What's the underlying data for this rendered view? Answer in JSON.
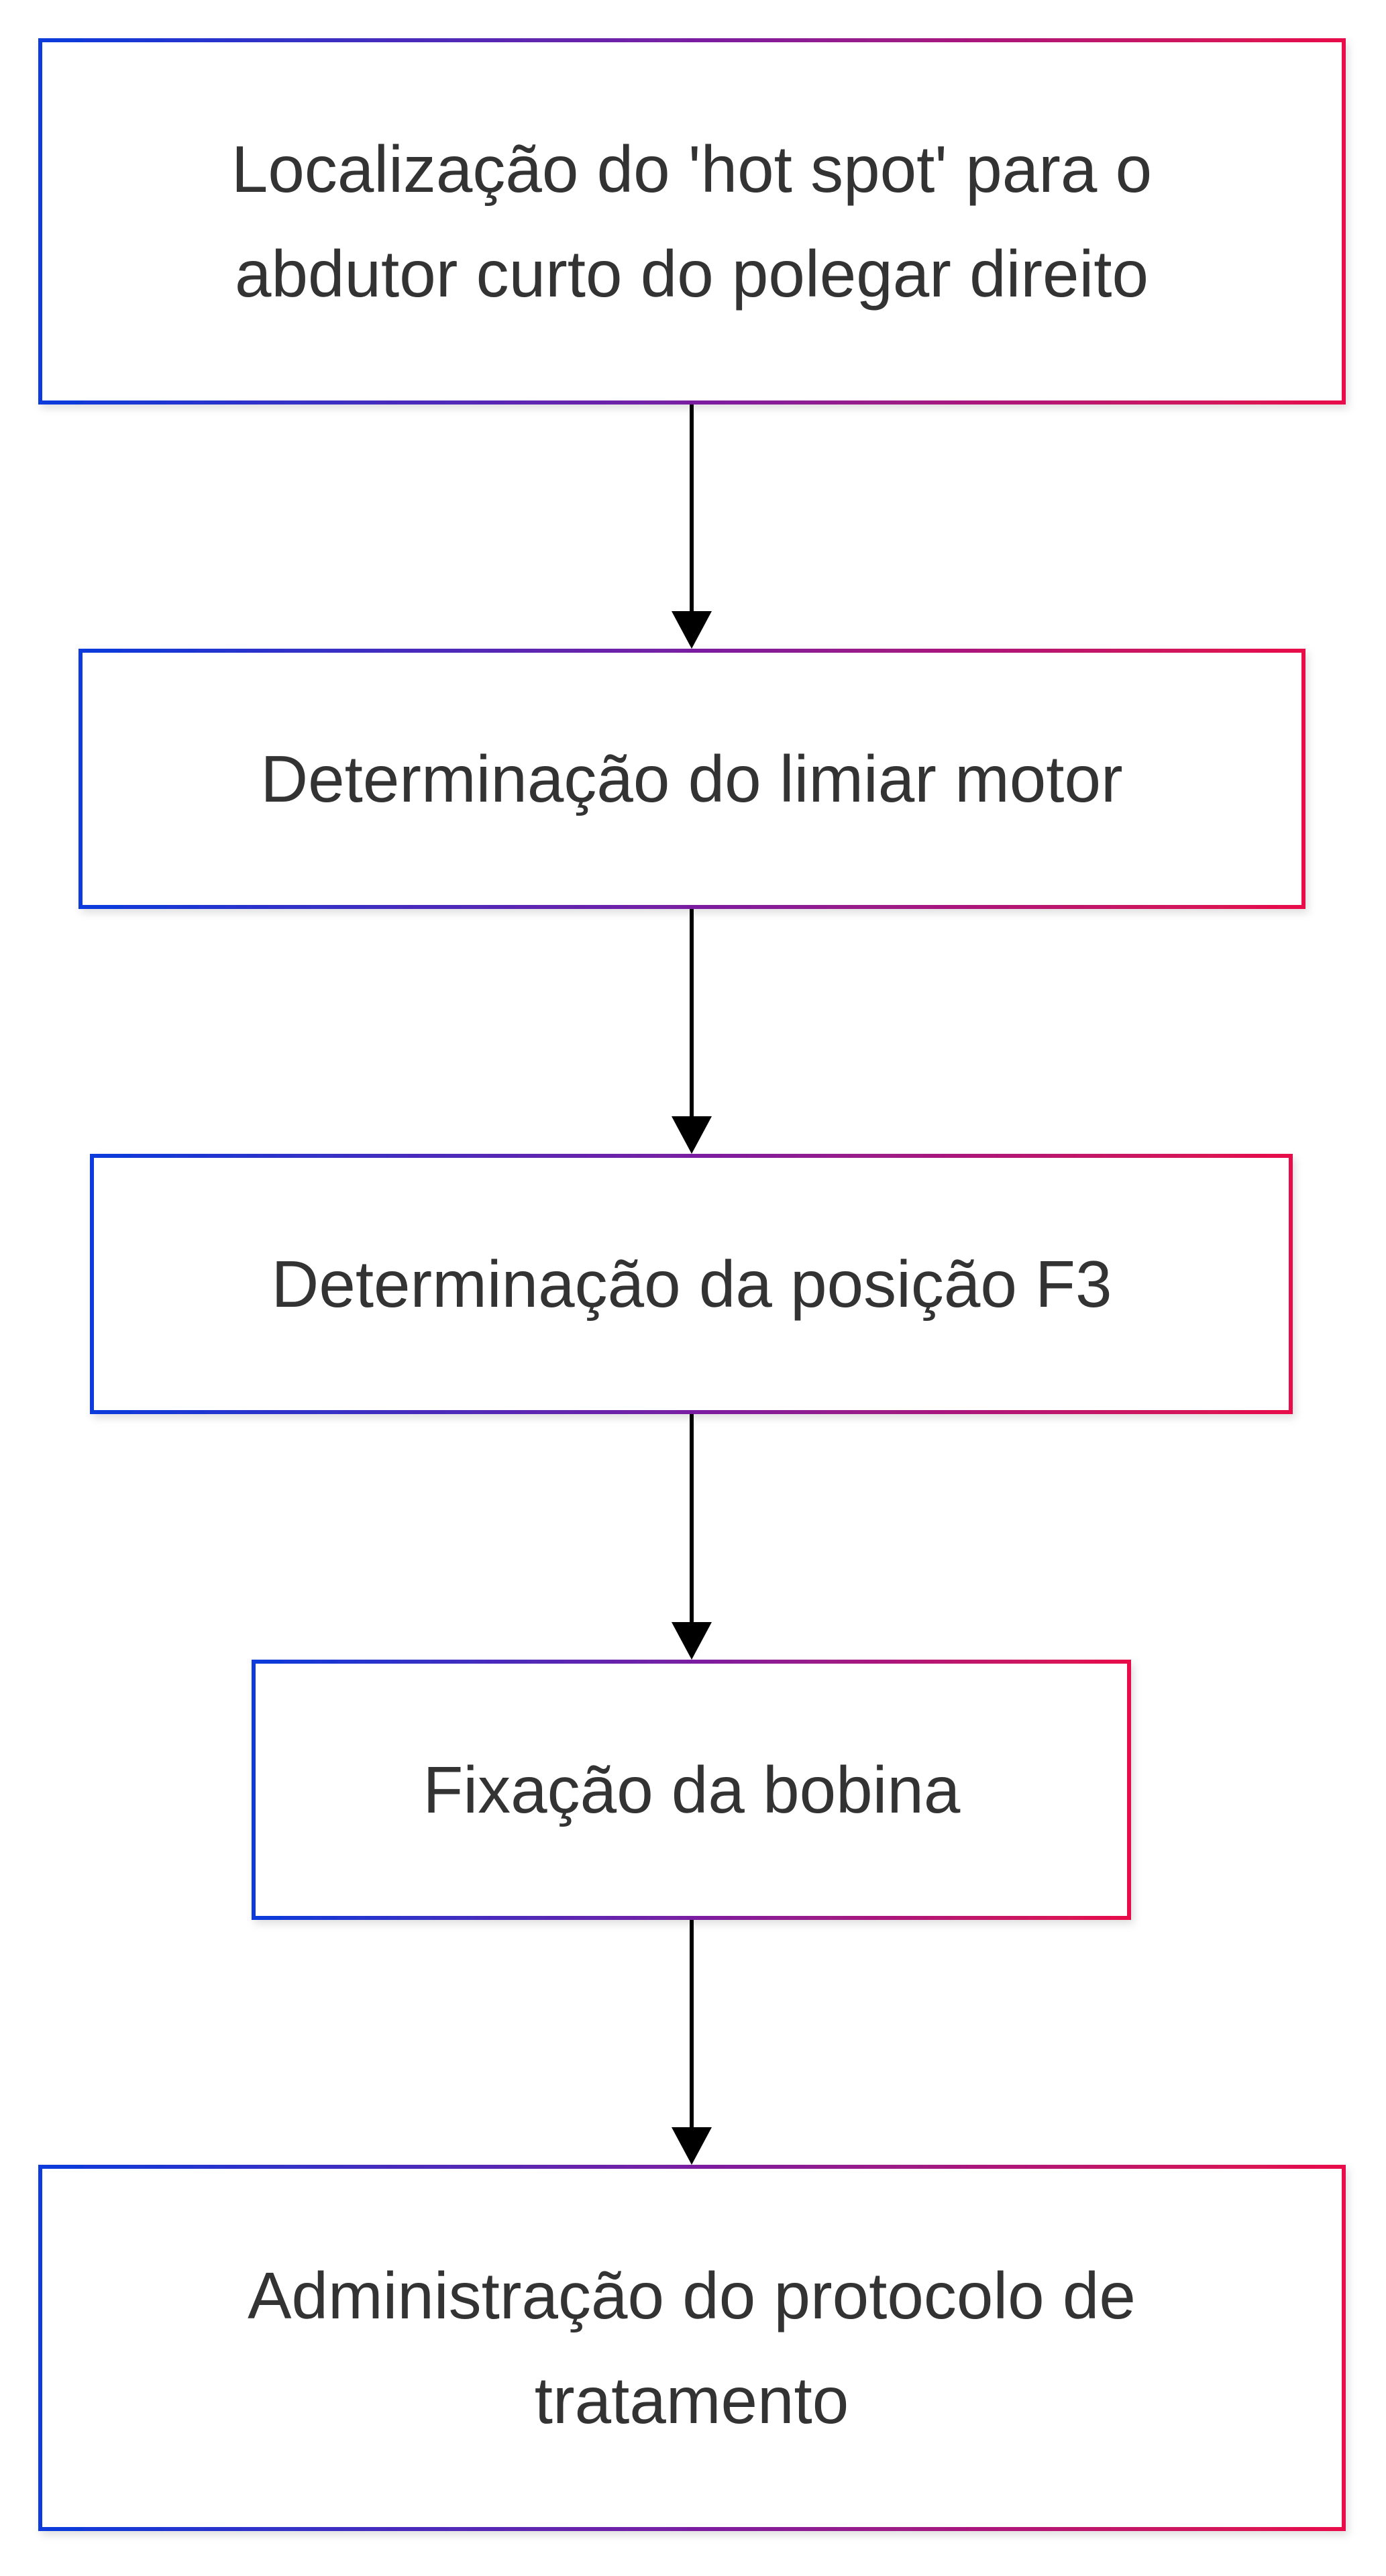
{
  "diagram": {
    "type": "flowchart",
    "direction": "top-to-bottom",
    "colors": {
      "border_start": "#0a3bdc",
      "border_mid": "#7a1fa2",
      "border_end": "#e8104a",
      "arrow": "#000000",
      "text": "#333333",
      "node_fill": "#ffffff"
    },
    "nodes": [
      {
        "id": "step-1",
        "lines": [
          "Localização do 'hot spot' para o",
          "abdutor curto do polegar direito"
        ]
      },
      {
        "id": "step-2",
        "lines": [
          "Determinação do limiar motor"
        ]
      },
      {
        "id": "step-3",
        "lines": [
          "Determinação da posição F3"
        ]
      },
      {
        "id": "step-4",
        "lines": [
          "Fixação da bobina"
        ]
      },
      {
        "id": "step-5",
        "lines": [
          "Administração do protocolo de",
          "tratamento"
        ]
      }
    ],
    "edges": [
      {
        "from": "step-1",
        "to": "step-2"
      },
      {
        "from": "step-2",
        "to": "step-3"
      },
      {
        "from": "step-3",
        "to": "step-4"
      },
      {
        "from": "step-4",
        "to": "step-5"
      }
    ]
  }
}
